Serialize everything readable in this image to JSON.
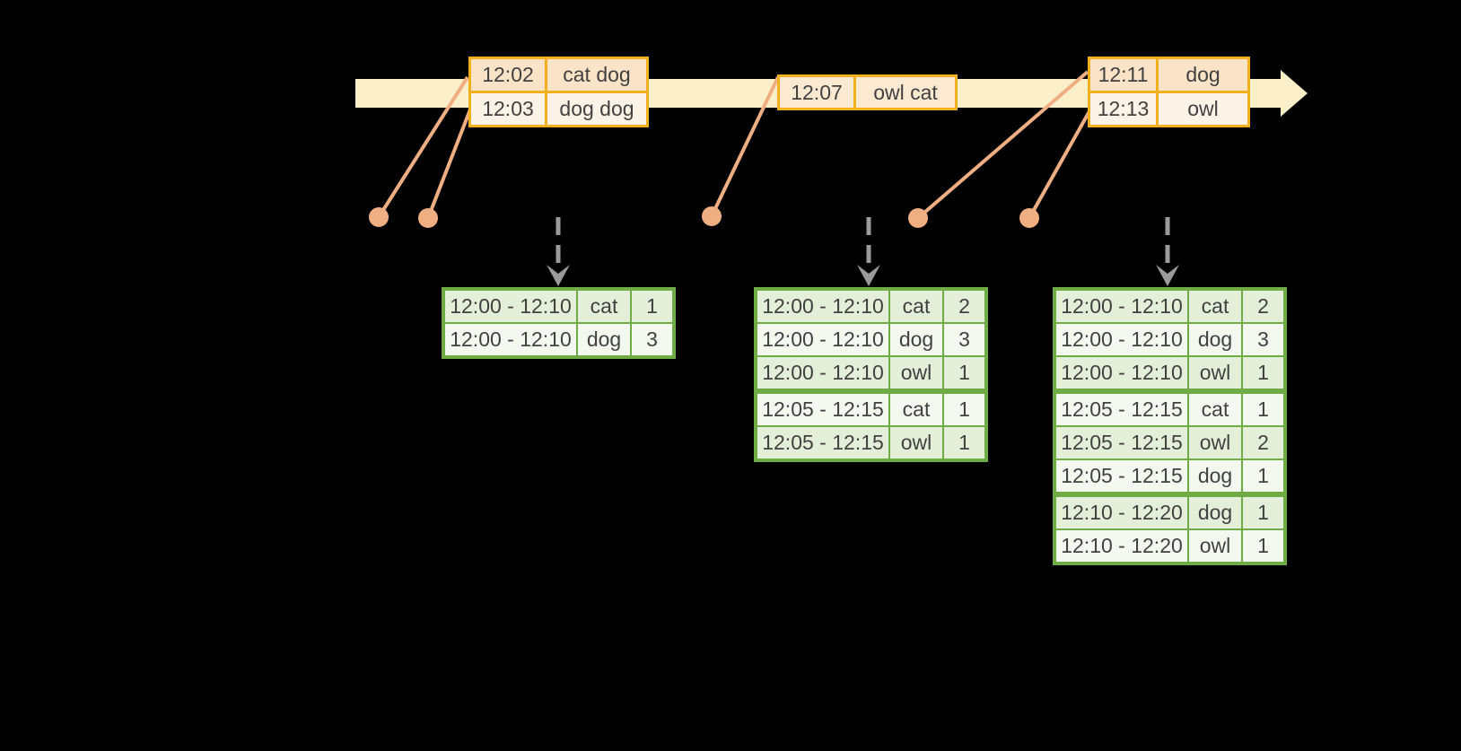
{
  "colors": {
    "background": "#000000",
    "timeline_band": "#FBEFC9",
    "event_border": "#F2B01E",
    "event_row_dark": "#FAE3C6",
    "event_row_mid": "#FBE9D2",
    "event_row_light": "#FDF4E7",
    "connector": "#F0AF82",
    "result_border": "#6FAC46",
    "result_row_green": "#E3EFD9",
    "result_row_white": "#F4F9F0",
    "arrow_gray": "#9B9B9B",
    "text": "#414141"
  },
  "icons": {
    "timeline_arrow": "block-arrow-right",
    "event_marker": "circle-dot",
    "aggregate_arrow": "dashed-down-arrow"
  },
  "event_tables": [
    {
      "rows": [
        {
          "time": "12:02",
          "words": "cat dog"
        },
        {
          "time": "12:03",
          "words": "dog dog"
        }
      ]
    },
    {
      "rows": [
        {
          "time": "12:07",
          "words": "owl cat"
        }
      ]
    },
    {
      "rows": [
        {
          "time": "12:11",
          "words": "dog"
        },
        {
          "time": "12:13",
          "words": "owl"
        }
      ]
    }
  ],
  "result_tables": [
    {
      "rows": [
        {
          "window": "12:00 - 12:10",
          "word": "cat",
          "count": "1"
        },
        {
          "window": "12:00 - 12:10",
          "word": "dog",
          "count": "3"
        }
      ]
    },
    {
      "rows": [
        {
          "window": "12:00 - 12:10",
          "word": "cat",
          "count": "2"
        },
        {
          "window": "12:00 - 12:10",
          "word": "dog",
          "count": "3"
        },
        {
          "window": "12:00 - 12:10",
          "word": "owl",
          "count": "1"
        },
        {
          "window": "12:05 - 12:15",
          "word": "cat",
          "count": "1"
        },
        {
          "window": "12:05 - 12:15",
          "word": "owl",
          "count": "1"
        }
      ]
    },
    {
      "rows": [
        {
          "window": "12:00 - 12:10",
          "word": "cat",
          "count": "2"
        },
        {
          "window": "12:00 - 12:10",
          "word": "dog",
          "count": "3"
        },
        {
          "window": "12:00 - 12:10",
          "word": "owl",
          "count": "1"
        },
        {
          "window": "12:05 - 12:15",
          "word": "cat",
          "count": "1"
        },
        {
          "window": "12:05 - 12:15",
          "word": "owl",
          "count": "2"
        },
        {
          "window": "12:05 - 12:15",
          "word": "dog",
          "count": "1"
        },
        {
          "window": "12:10 - 12:20",
          "word": "dog",
          "count": "1"
        },
        {
          "window": "12:10 - 12:20",
          "word": "owl",
          "count": "1"
        }
      ]
    }
  ]
}
